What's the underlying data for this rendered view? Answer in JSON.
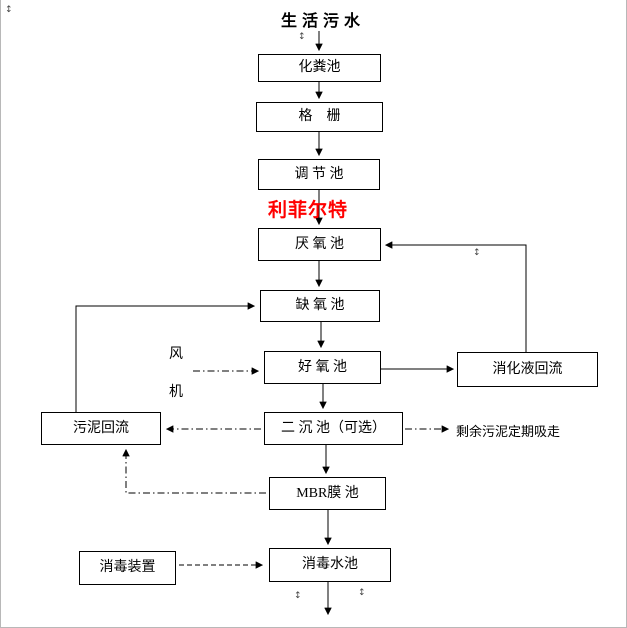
{
  "title": "生活污水",
  "watermark": {
    "text": "利菲尔特",
    "color": "#ff0000"
  },
  "boxes": {
    "septic": "化粪池",
    "screen": "格　栅",
    "regulating": "调 节 池",
    "anaerobic": "厌 氧 池",
    "anoxic": "缺 氧 池",
    "aerobic": "好 氧 池",
    "digestate_return": "消化液回流",
    "secondary_clarifier": "二 沉 池（可选）",
    "sludge_return": "污泥回流",
    "mbr": "MBR膜 池",
    "disinfection_tank": "消毒水池",
    "disinfection_device": "消毒装置"
  },
  "labels": {
    "fan_line1": "风",
    "fan_line2": "机",
    "excess_sludge": "剩余污泥定期吸走"
  },
  "anchor_glyph": "↕"
}
